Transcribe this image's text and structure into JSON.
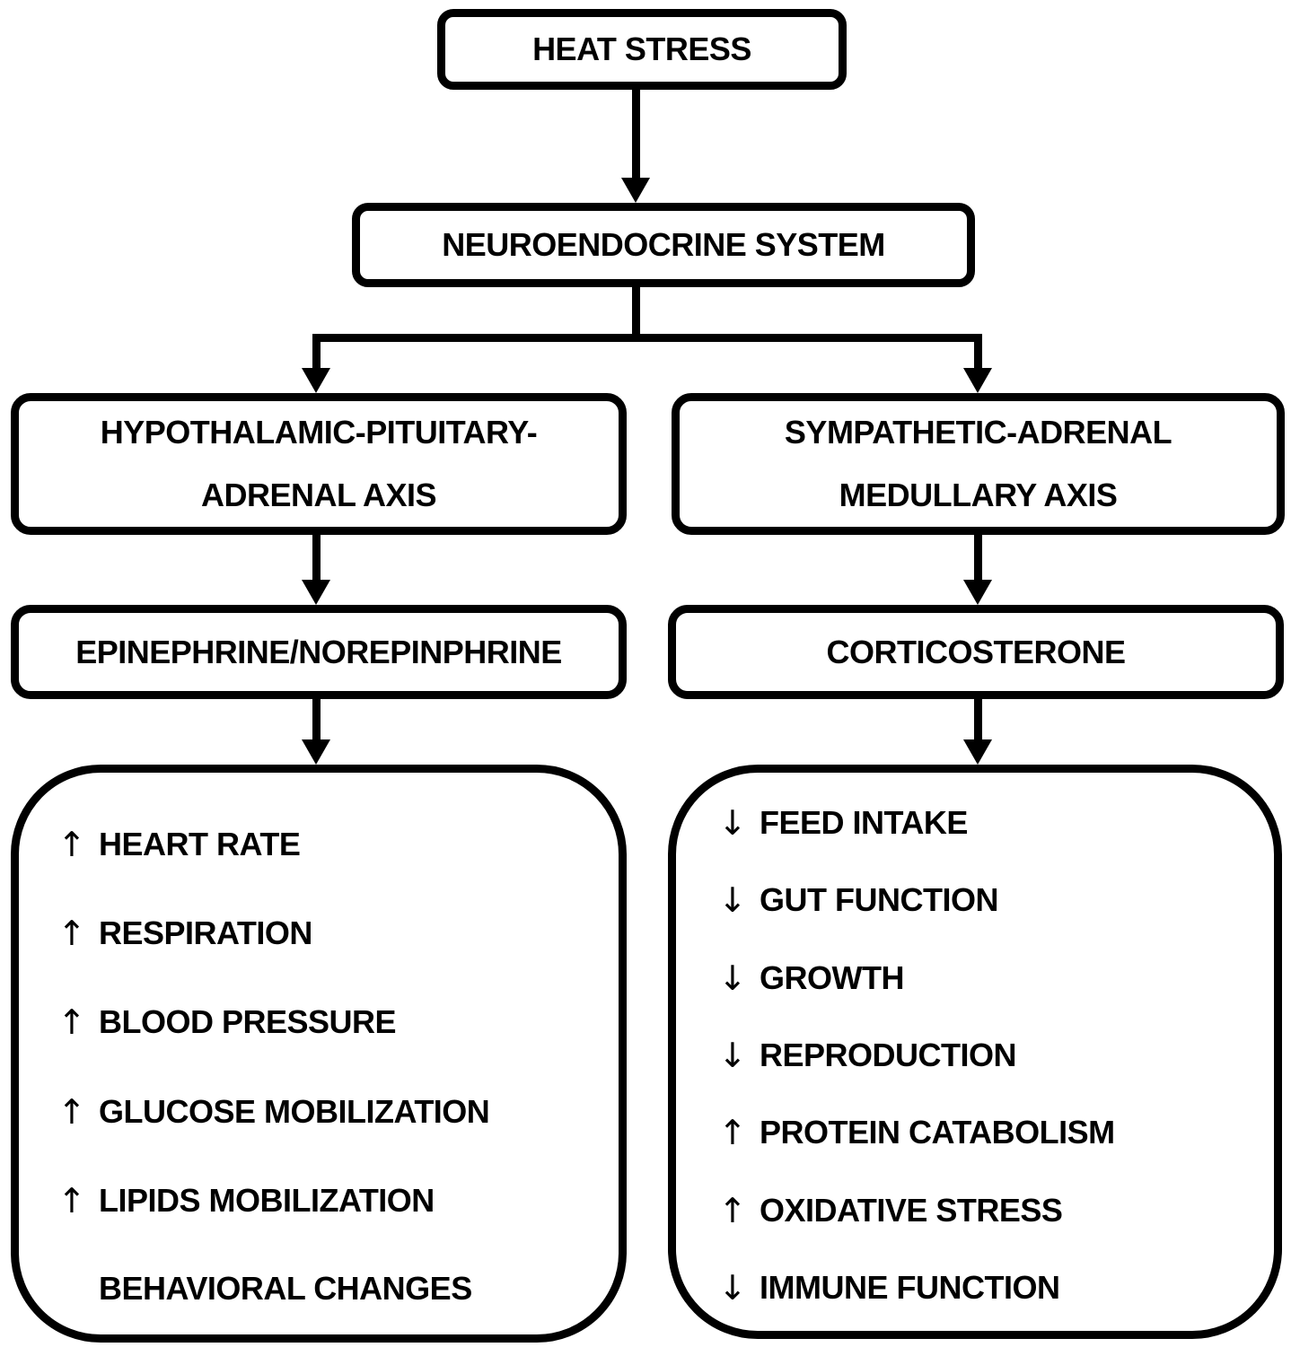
{
  "figure": {
    "background_color": "#ffffff",
    "line_color": "#000000",
    "text_color": "#000000",
    "nodes": {
      "heat_stress": {
        "label": "HEAT STRESS"
      },
      "neuroendocrine_system": {
        "label": "NEUROENDOCRINE SYSTEM"
      },
      "hpa_axis": {
        "line1": "HYPOTHALAMIC-PITUITARY-",
        "line2": "ADRENAL AXIS"
      },
      "sam_axis": {
        "line1": "SYMPATHETIC-ADRENAL",
        "line2": "MEDULLARY AXIS"
      },
      "epinephrine": {
        "label": "EPINEPHRINE/NOREPINPHRINE"
      },
      "corticosterone": {
        "label": "CORTICOSTERONE"
      }
    },
    "epinephrine_effects": [
      {
        "arrow": "↑",
        "trend": "increase",
        "label": "HEART RATE"
      },
      {
        "arrow": "↑",
        "trend": "increase",
        "label": "RESPIRATION"
      },
      {
        "arrow": "↑",
        "trend": "increase",
        "label": "BLOOD PRESSURE"
      },
      {
        "arrow": "↑",
        "trend": "increase",
        "label": "GLUCOSE MOBILIZATION"
      },
      {
        "arrow": "↑",
        "trend": "increase",
        "label": "LIPIDS MOBILIZATION"
      },
      {
        "arrow": "",
        "trend": "none",
        "label": "BEHAVIORAL CHANGES"
      }
    ],
    "corticosterone_effects": [
      {
        "arrow": "↓",
        "trend": "decrease",
        "label": "FEED INTAKE"
      },
      {
        "arrow": "↓",
        "trend": "decrease",
        "label": "GUT FUNCTION"
      },
      {
        "arrow": "↓",
        "trend": "decrease",
        "label": "GROWTH"
      },
      {
        "arrow": "↓",
        "trend": "decrease",
        "label": "REPRODUCTION"
      },
      {
        "arrow": "↑",
        "trend": "increase",
        "label": "PROTEIN CATABOLISM"
      },
      {
        "arrow": "↑",
        "trend": "increase",
        "label": "OXIDATIVE STRESS"
      },
      {
        "arrow": "↓",
        "trend": "decrease",
        "label": "IMMUNE FUNCTION"
      }
    ]
  }
}
